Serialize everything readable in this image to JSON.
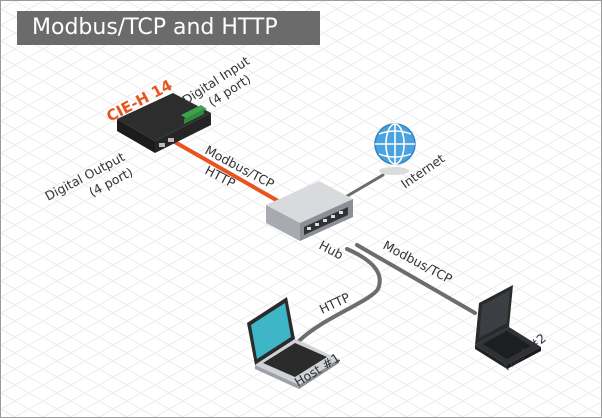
{
  "title": "Modbus/TCP and HTTP",
  "device": {
    "name": "CIE-H 14",
    "digital_input_line1": "Digital Input",
    "digital_input_line2": "(4 port)",
    "digital_output_line1": "Digital Output",
    "digital_output_line2": "(4 port)"
  },
  "links": {
    "device_hub_top": "Modbus/TCP",
    "device_hub_bottom": "HTTP",
    "hub_host2": "Modbus/TCP",
    "hub_host1": "HTTP"
  },
  "nodes": {
    "hub": "Hub",
    "internet": "Internet",
    "host1": "Host #1",
    "host2": "Host #2"
  },
  "colors": {
    "accent": "#e8531e",
    "cable": "#6d6d6d",
    "globe": "#4aa3df",
    "screen": "#3fb6c8",
    "title_bg": "#6b6b6b"
  }
}
